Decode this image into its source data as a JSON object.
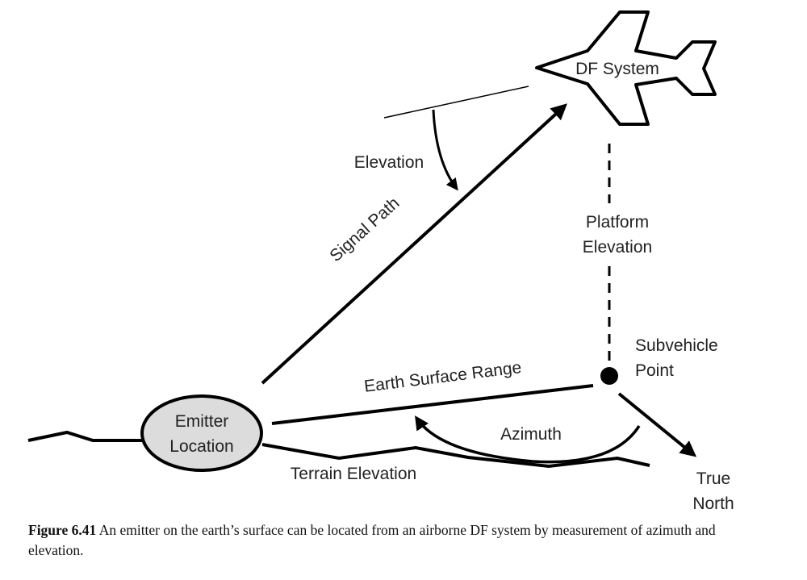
{
  "diagram": {
    "aircraft_label": "DF System",
    "elevation_label": "Elevation",
    "signal_path_label": "Signal Path",
    "platform_elevation_label": [
      "Platform",
      "Elevation"
    ],
    "subvehicle_point_label": [
      "Subvehicle",
      "Point"
    ],
    "earth_surface_range_label": "Earth Surface Range",
    "emitter_label": [
      "Emitter",
      "Location"
    ],
    "azimuth_label": "Azimuth",
    "terrain_elevation_label": "Terrain Elevation",
    "true_north_label": [
      "True",
      "North"
    ],
    "colors": {
      "line": "#000000",
      "emitter_fill": "#dcdcdc"
    }
  },
  "caption": {
    "number": "Figure 6.41",
    "text": "An emitter on the earth’s surface can be located from an airborne DF system by measurement of azimuth and elevation."
  }
}
